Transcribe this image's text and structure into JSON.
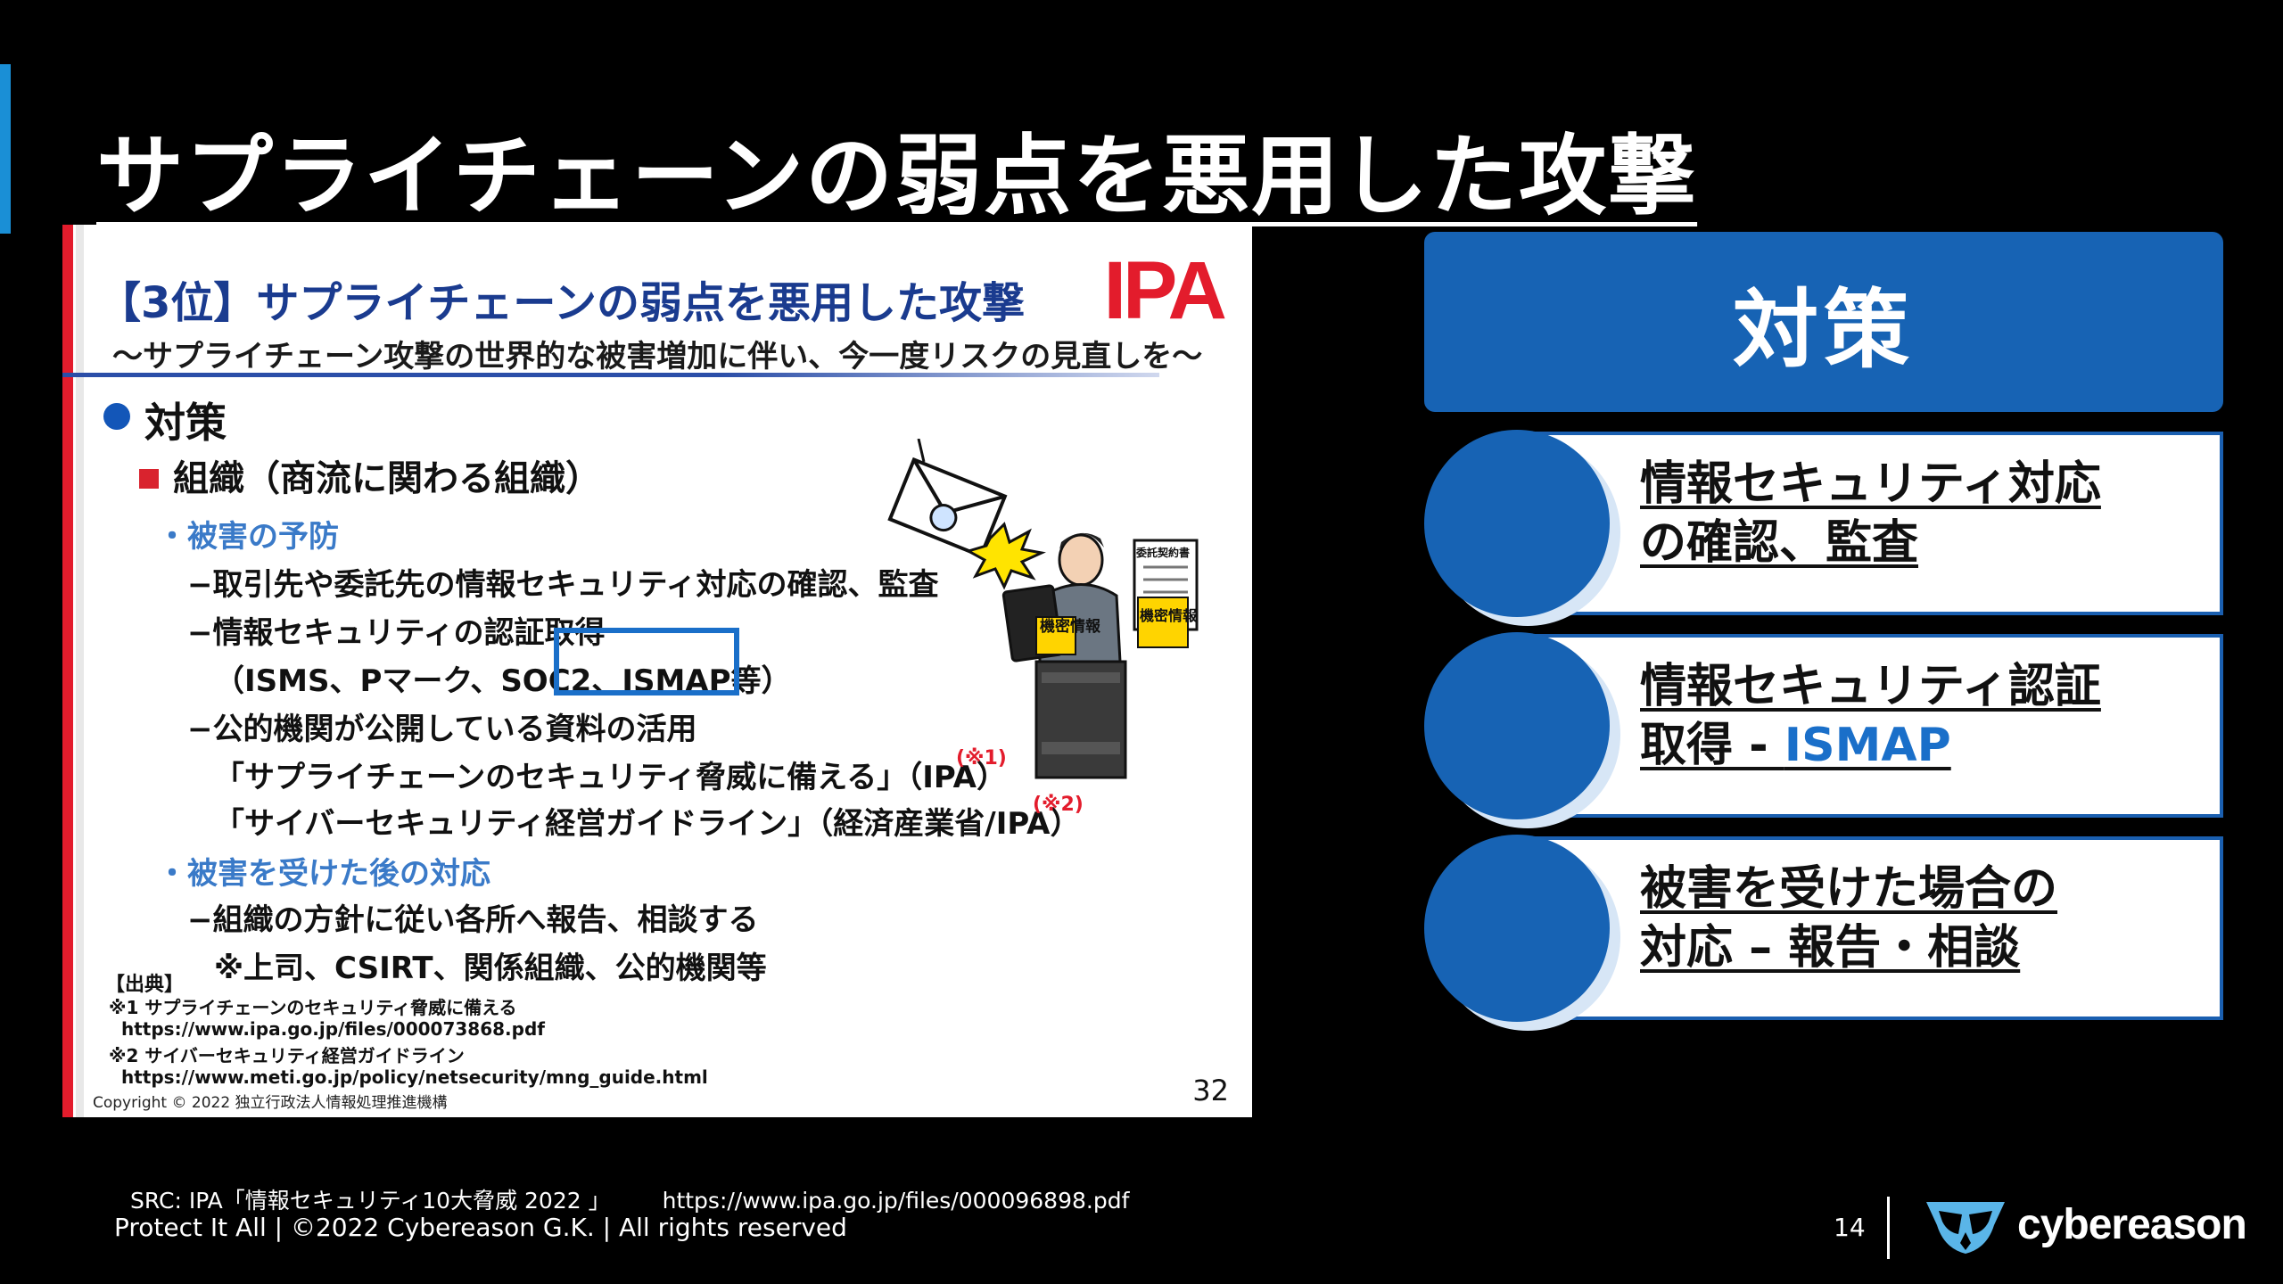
{
  "title": "サプライチェーンの弱点を悪用した攻撃",
  "slide": {
    "heading": "【3位】サプライチェーンの弱点を悪用した攻撃",
    "logo": "IPA",
    "subheading": "〜サプライチェーン攻撃の世界的な被害増加に伴い、今一度リスクの見直しを〜",
    "section": "対策",
    "org": "組織（商流に関わる組織）",
    "prevention_title": "・被害の予防",
    "prevention_items": [
      "−取引先や委託先の情報セキュリティ対応の確認、監査",
      "−情報セキュリティの認証取得",
      "（ISMS、Pマーク、SOC2、ISMAP等）",
      "−公的機関が公開している資料の活用",
      "「サプライチェーンのセキュリティ脅威に備える」（IPA）",
      "「サイバーセキュリティ経営ガイドライン」（経済産業省/IPA）"
    ],
    "note1_mark": "(※1)",
    "note2_mark": "(※2)",
    "after_title": "・被害を受けた後の対応",
    "after_items": [
      "−組織の方針に従い各所へ報告、相談する",
      "※上司、CSIRT、関係組織、公的機関等"
    ],
    "source_label": "【出典】",
    "sources": [
      "※1  サプライチェーンのセキュリティ脅威に備える",
      "https://www.ipa.go.jp/files/000073868.pdf",
      "※2  サイバーセキュリティ経営ガイドライン",
      "https://www.meti.go.jp/policy/netsecurity/mng_guide.html"
    ],
    "copyright": "Copyright © 2022  独立行政法人情報処理推進機構",
    "page": "32",
    "illustration": {
      "contract_doc": "委託契約書",
      "secret1": "機密情報",
      "secret2": "機密情報"
    }
  },
  "measures": {
    "header": "対策",
    "items": [
      {
        "line1": "情報セキュリティ対応",
        "line2": "の確認、監査",
        "highlight": ""
      },
      {
        "line1": "情報セキュリティ認証",
        "line2": "取得 - ",
        "highlight": "ISMAP"
      },
      {
        "line1": "被害を受けた場合の",
        "line2": "対応 – 報告・相談",
        "highlight": ""
      }
    ]
  },
  "footer": {
    "src_label": "SRC: IPA「情報セキュリティ10大脅威 2022 」",
    "src_url": "https://www.ipa.go.jp/files/000096898.pdf",
    "copyright": "Protect It All | ©2022 Cybereason G.K. | All rights reserved",
    "page": "14",
    "brand": "cybereason"
  },
  "colors": {
    "accent": "#1763b4",
    "ipa_red": "#e31c2c",
    "link_blue": "#1a6fc9"
  }
}
